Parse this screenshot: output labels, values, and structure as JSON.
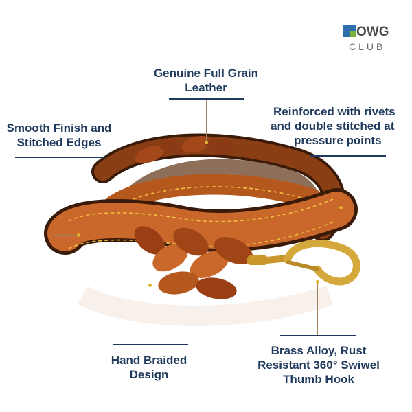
{
  "logo": {
    "word_top": "OWG",
    "word_bottom": "CLUB",
    "mark_icon": "dowg-logo-mark-icon"
  },
  "callouts": {
    "genuine": [
      "Genuine Full Grain",
      "Leather"
    ],
    "reinforced": [
      "Reinforced with rivets",
      "and double stitched at",
      "pressure points"
    ],
    "smooth": [
      "Smooth Finish and",
      "Stitched Edges"
    ],
    "braided": [
      "Hand Braided",
      "Design"
    ],
    "brass": [
      "Brass Alloy, Rust",
      "Resistant 360° Swiwel",
      "Thumb Hook"
    ]
  },
  "colors": {
    "text": "#1f3a5c",
    "leather_dark": "#7a3510",
    "leather_mid": "#b5581e",
    "leather_light": "#d87a2e",
    "stitch": "#f0c040",
    "brass": "#d4a83a"
  },
  "image": {
    "subject_icon": "braided-leather-leash-image"
  }
}
